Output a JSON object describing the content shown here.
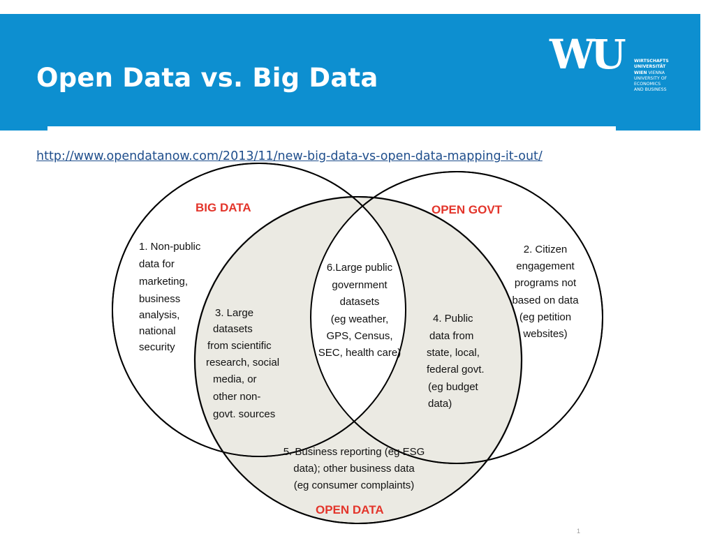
{
  "slide": {
    "title": "Open Data vs. Big Data",
    "source_link": "http://www.opendatanow.com/2013/11/new-big-data-vs-open-data-mapping-it-out/",
    "page_number": "1"
  },
  "logo": {
    "mark": "WU",
    "lines": [
      "WIRTSCHAFTS",
      "UNIVERSITÄT",
      "WIEN",
      "VIENNA",
      "UNIVERSITY OF",
      "ECONOMICS",
      "AND BUSINESS"
    ]
  },
  "venn": {
    "labels": {
      "big_data": "BIG DATA",
      "open_govt": "OPEN GOVT",
      "open_data": "OPEN DATA"
    },
    "regions": {
      "r1": [
        "1. Non-public",
        "data for",
        "marketing,",
        "business",
        "analysis,",
        "national",
        "security"
      ],
      "r2": [
        "2. Citizen",
        "engagement",
        "programs not",
        "based on data",
        "(eg petition",
        "websites)"
      ],
      "r3": [
        "3. Large",
        "datasets",
        "from scientific",
        "research, social",
        "media, or",
        "other non-",
        "govt. sources"
      ],
      "r4": [
        "4. Public",
        "data from",
        "state, local,",
        "federal  govt.",
        "(eg budget",
        "data)"
      ],
      "r5": [
        "5. Business reporting (eg ESG",
        "data); other business data",
        "(eg consumer complaints)"
      ],
      "r6": [
        "6.Large public",
        "government",
        "datasets",
        "(eg weather,",
        "GPS, Census,",
        "SEC, health care)"
      ]
    },
    "colors": {
      "label_red": "#e3352b",
      "open_data_fill": "#ebeae3",
      "outline": "#000000",
      "inner_outline": "#8a8a8a"
    }
  }
}
